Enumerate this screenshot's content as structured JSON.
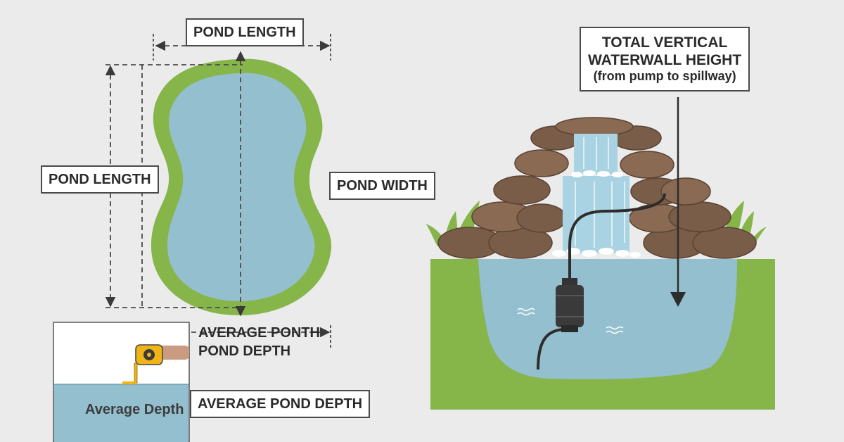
{
  "labels": {
    "top_length": "POND LENGTH",
    "side_length": "POND LENGTH",
    "width": "POND WIDTH",
    "avg_ponth": "AVERAGE PONTH",
    "pond_depth": "POND DEPTH",
    "avg_pond_depth": "AVERAGE POND DEPTH",
    "inset_depth": "Average Depth"
  },
  "waterfall_label": {
    "line1": "TOTAL VERTICAL",
    "line2": "WATERWALL HEIGHT",
    "line3": "(from pump to spillway)"
  },
  "colors": {
    "background": "#ebebeb",
    "water": "#93bfcf",
    "grass": "#86b54a",
    "rock": "#7a5d48",
    "dashed_line": "#4a4a4a"
  }
}
